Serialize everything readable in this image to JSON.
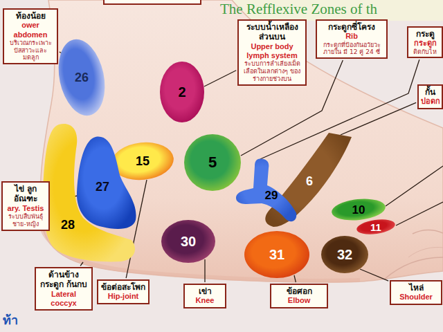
{
  "diagram": {
    "title": "The Refflexive Zones of th",
    "nodes": [
      {
        "text": [
          "ท้องน้อย",
          "ower abdomen",
          "บริเวณกระเพาะ ปัสสาวะและมดลูก"
        ]
      },
      {
        "text": [
          "ระบบน้ำเหลือง ส่วนบน",
          "Upper body lymph system",
          "ระบบการลำเลียงเม็ด เลือดในเลกต่างๆ ของร่างกายช่วงบน"
        ]
      },
      {
        "text": [
          "กระดูกซี่โครง",
          "Rib",
          "กระดูกที่ป้องกันอวัยวะภายใน มี 12 คู่ 24 ซี่"
        ]
      },
      {
        "text": [
          "กระดู",
          "กระดูก",
          "ติดกับไห"
        ]
      },
      {
        "text": [
          "กั้น",
          "ปอดก"
        ]
      },
      {
        "text": [
          "26"
        ]
      },
      {
        "text": [
          "2"
        ]
      },
      {
        "text": [
          "15"
        ]
      },
      {
        "text": [
          "5"
        ]
      },
      {
        "text": [
          "6"
        ]
      },
      {
        "text": [
          "29"
        ]
      },
      {
        "text": [
          "27"
        ]
      },
      {
        "text": [
          "10"
        ]
      },
      {
        "text": [
          "11"
        ]
      },
      {
        "text": [
          "28"
        ]
      },
      {
        "text": [
          "ไข่ ลูกอัณฑะ",
          "ary. Testis",
          "ระบบสืบพันธุ์ ชาย-หญิง"
        ]
      },
      {
        "text": [
          "30"
        ]
      },
      {
        "text": [
          "31"
        ]
      },
      {
        "text": [
          "32"
        ]
      },
      {
        "text": [
          "ด้านข้างกระดูก ก้นกบ",
          "Lateral coccyx"
        ]
      },
      {
        "text": [
          "ข้อต่อสะโพก",
          "Hip-joint"
        ]
      },
      {
        "text": [
          "เข่า",
          "Knee"
        ]
      },
      {
        "text": [
          "ข้อศอก",
          "Elbow"
        ]
      },
      {
        "text": [
          "ไหล่",
          "Shoulder"
        ]
      }
    ],
    "edges": [
      {
        "from": 0,
        "to": 5,
        "arrow": "none"
      },
      {
        "from": 1,
        "to": 6,
        "arrow": "none"
      },
      {
        "from": 2,
        "to": 8,
        "arrow": "none"
      },
      {
        "from": 3,
        "to": 10,
        "arrow": "none"
      },
      {
        "from": 4,
        "to": 9,
        "arrow": "none"
      },
      {
        "from": 15,
        "to": 11,
        "arrow": "none"
      },
      {
        "from": 19,
        "to": 14,
        "arrow": "none"
      },
      {
        "from": 20,
        "to": 7,
        "arrow": "none"
      },
      {
        "from": 21,
        "to": 16,
        "arrow": "none"
      },
      {
        "from": 22,
        "to": 17,
        "arrow": "none"
      },
      {
        "from": 23,
        "to": 18,
        "arrow": "none"
      }
    ],
    "labels": [
      "ท้า"
    ]
  }
}
